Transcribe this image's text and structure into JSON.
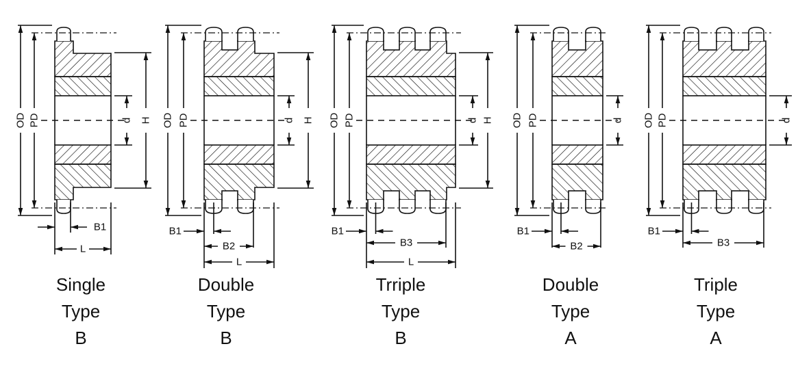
{
  "diagrams": [
    {
      "id": "single-type-b",
      "caption": [
        "Single",
        "Type",
        "B"
      ],
      "dims": {
        "od": "OD",
        "pd": "PD",
        "d": "d",
        "h": "H",
        "b1": "B1",
        "l": "L"
      }
    },
    {
      "id": "double-type-b",
      "caption": [
        "Double",
        "Type",
        "B"
      ],
      "dims": {
        "od": "OD",
        "pd": "PD",
        "d": "d",
        "h": "H",
        "b1": "B1",
        "b": "B2",
        "l": "L"
      }
    },
    {
      "id": "triple-type-b",
      "caption": [
        "Trriple",
        "Type",
        "B"
      ],
      "dims": {
        "od": "OD",
        "pd": "PD",
        "d": "d",
        "h": "H",
        "b1": "B1",
        "b": "B3",
        "l": "L"
      }
    },
    {
      "id": "double-type-a",
      "caption": [
        "Double",
        "Type",
        "A"
      ],
      "dims": {
        "od": "OD",
        "pd": "PD",
        "d": "d",
        "b1": "B1",
        "b": "B2"
      }
    },
    {
      "id": "triple-type-a",
      "caption": [
        "Triple",
        "Type",
        "A"
      ],
      "dims": {
        "od": "OD",
        "pd": "PD",
        "d": "d",
        "b1": "B1",
        "b": "B3"
      }
    }
  ],
  "colors": {
    "line": "#111111",
    "background": "#ffffff"
  }
}
